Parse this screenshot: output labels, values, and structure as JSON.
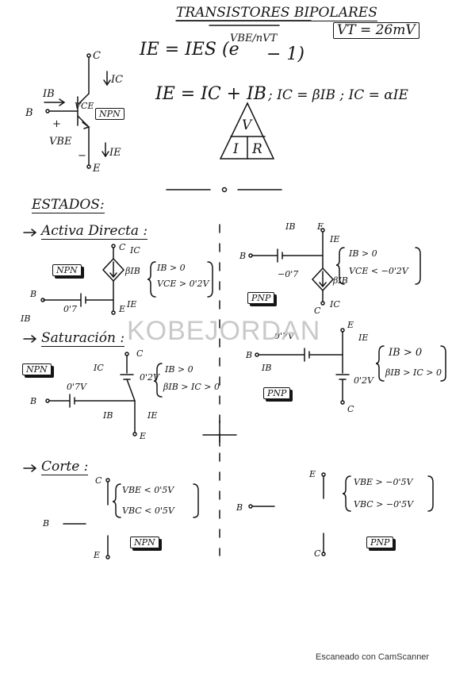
{
  "title": "TRANSISTORES BIPOLARES",
  "vt_box": "VT = 26mV",
  "formulas": {
    "ie_eq": "IE = IES (e",
    "ie_exp": "VBE/nVT",
    "ie_tail": "− 1)",
    "kcl": "IE = IC + IB",
    "gain": "; IC = βIB ; IC = αIE",
    "ohm_v": "V",
    "ohm_i": "I",
    "ohm_r": "R"
  },
  "npn_symbol": {
    "c": "C",
    "b": "B",
    "e": "E",
    "ib": "IB",
    "ic": "IC",
    "ie": "IE",
    "vce": "VCE",
    "vbe": "VBE",
    "plus": "+",
    "minus": "−",
    "type": "NPN"
  },
  "section_states": "ESTADOS:",
  "activa": {
    "heading": "Activa Directa :",
    "npn": {
      "type": "NPN",
      "c": "C",
      "e": "E",
      "b": "B",
      "ic": "IC",
      "ie": "IE",
      "ib": "IB",
      "src": "βIB",
      "vbe": "0'7",
      "cond1": "IB > 0",
      "cond2": "VCE > 0'2V"
    },
    "pnp": {
      "type": "PNP",
      "e": "E",
      "c": "C",
      "b": "B",
      "ie": "IE",
      "ic": "IC",
      "ib": "IB",
      "src": "βIB",
      "veb": "−0'7",
      "cond1": "IB > 0",
      "cond2": "VCE < −0'2V"
    }
  },
  "saturacion": {
    "heading": "Saturación :",
    "npn": {
      "type": "NPN",
      "c": "C",
      "e": "E",
      "b": "B",
      "ic": "IC",
      "ie": "IE",
      "ib": "IB",
      "vbe": "0'7V",
      "vce": "0'2V",
      "cond1": "IB > 0",
      "cond2": "βIB > IC > 0"
    },
    "pnp": {
      "type": "PNP",
      "e": "E",
      "c": "C",
      "b": "B",
      "ie": "IE",
      "ib": "IB",
      "veb": "0'7V",
      "vec": "0'2V",
      "cond1": "IB > 0",
      "cond2": "βIB > IC > 0"
    }
  },
  "corte": {
    "heading": "Corte :",
    "npn": {
      "type": "NPN",
      "c": "C",
      "e": "E",
      "b": "B",
      "cond1": "VBE < 0'5V",
      "cond2": "VBC < 0'5V"
    },
    "pnp": {
      "type": "PNP",
      "e": "E",
      "c": "C",
      "b": "B",
      "cond1": "VBE > −0'5V",
      "cond2": "VBC > −0'5V"
    }
  },
  "watermark": "KOBEJORDAN",
  "footer": "Escaneado con CamScanner",
  "colors": {
    "ink": "#141414",
    "paper": "#ffffff"
  }
}
